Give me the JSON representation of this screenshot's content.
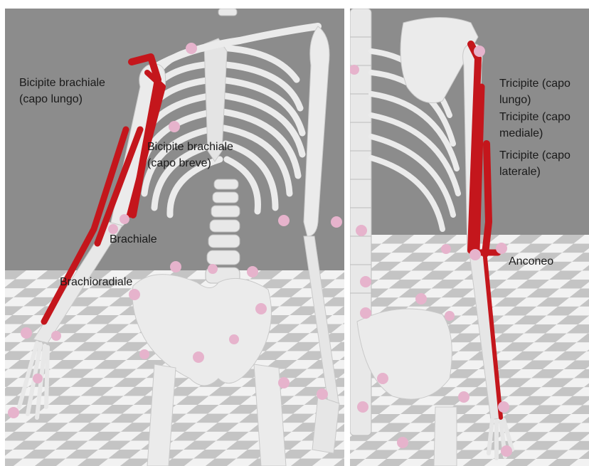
{
  "colors": {
    "background_wall": "#8c8c8c",
    "floor_light": "#f2f2f2",
    "floor_dark": "#c4c4c4",
    "bone": "#ebebeb",
    "bone_shadow": "#c9c9c9",
    "muscle": "#c4161c",
    "marker": "#e6b3cc"
  },
  "panels": {
    "left": {
      "labels": {
        "biceps_long": [
          "Bicipite brachiale",
          "(capo lungo)"
        ],
        "biceps_short": [
          "Bicipite brachiale",
          "(capo breve)"
        ],
        "brachialis": "Brachiale",
        "brachioradialis": "Brachioradiale"
      }
    },
    "right": {
      "labels": {
        "triceps_long": [
          "Tricipite (capo",
          "lungo)"
        ],
        "triceps_medial": [
          "Tricipite (capo",
          "mediale)"
        ],
        "triceps_lateral": [
          "Tricipite (capo",
          "laterale)"
        ],
        "anconeus": "Anconeo"
      }
    }
  }
}
